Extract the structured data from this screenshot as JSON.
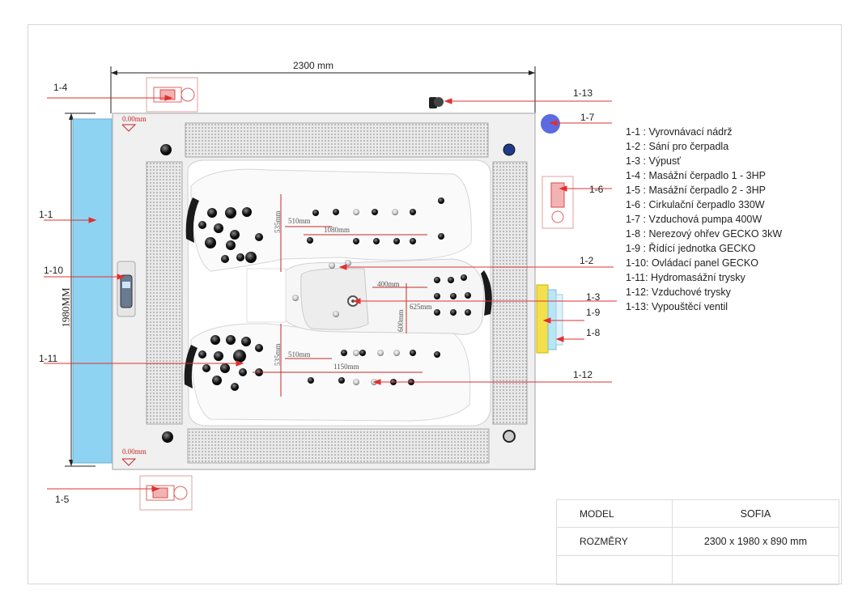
{
  "diagram": {
    "overall_width": "2300 mm",
    "overall_depth": "1980MM",
    "level_mark_top": "0.00mm",
    "level_mark_bottom": "0.00mm",
    "inner_dims": {
      "upper_seat_depth": "535mm",
      "upper_seat_width": "510mm",
      "upper_length": "1080mm",
      "lounger_width": "400mm",
      "lounger_depth": "600mm",
      "footwell": "625mm",
      "lower_seat_depth": "535mm",
      "lower_seat_width": "510mm",
      "lower_length": "1150mm"
    },
    "callouts": [
      "1-4",
      "1-13",
      "1-7",
      "1-6",
      "1-1",
      "1-10",
      "1-2",
      "1-3",
      "1-9",
      "1-8",
      "1-11",
      "1-12",
      "1-5"
    ]
  },
  "legend": [
    "1-1 : Vyrovnávací nádrž",
    "1-2  : Sání pro čerpadla",
    "1-3  : Výpusť",
    "1-4  : Masážní čerpadlo 1 - 3HP",
    "1-5  : Masážní čerpadlo 2 - 3HP",
    "1-6  : Cirkulační čerpadlo 330W",
    "1-7  : Vzduchová pumpa 400W",
    "1-8  : Nerezový ohřev GECKO 3kW",
    "1-9  : Řídící jednotka GECKO",
    "1-10: Ovládací panel GECKO",
    "1-11: Hydromasážní trysky",
    "1-12: Vzduchové trysky",
    "1-13: Vypouštěcí ventil"
  ],
  "specs": {
    "model_label": "MODEL",
    "model_value": "SOFIA",
    "size_label": "ROZMĚRY",
    "size_value": "2300 x 1980 x 890 mm"
  },
  "colors": {
    "callout_line": "#e03030",
    "tank": "#8fd3f2",
    "grille": "#cfcfcf",
    "shell": "#f0f0f0",
    "control_box": "#f3e04a",
    "air_pump": "#5b6be0"
  }
}
